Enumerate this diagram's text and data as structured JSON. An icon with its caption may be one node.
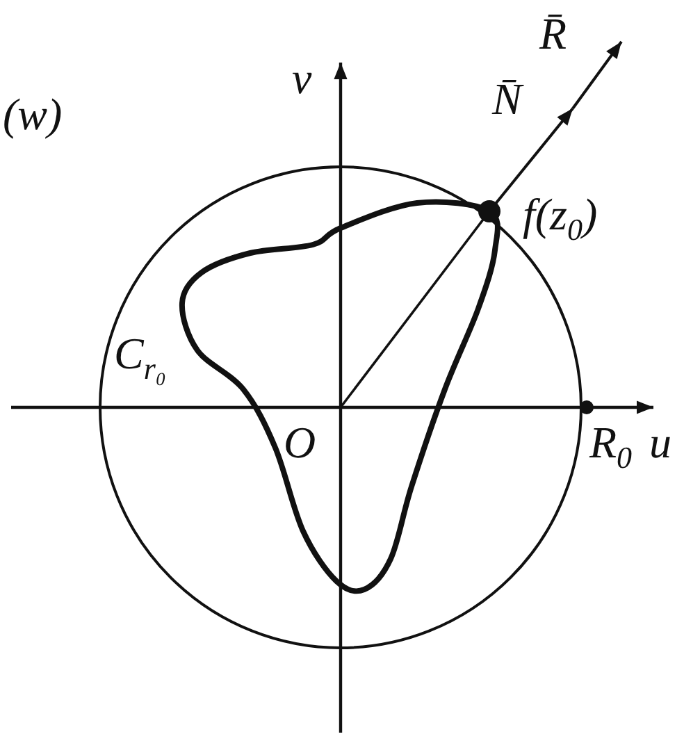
{
  "diagram": {
    "labels": [
      "(w)",
      "R̄",
      "v",
      "N̄",
      "f(z$_{0}$)",
      "C$_{r₀}$",
      "O",
      "R$_{0}$",
      "u"
    ]
  }
}
